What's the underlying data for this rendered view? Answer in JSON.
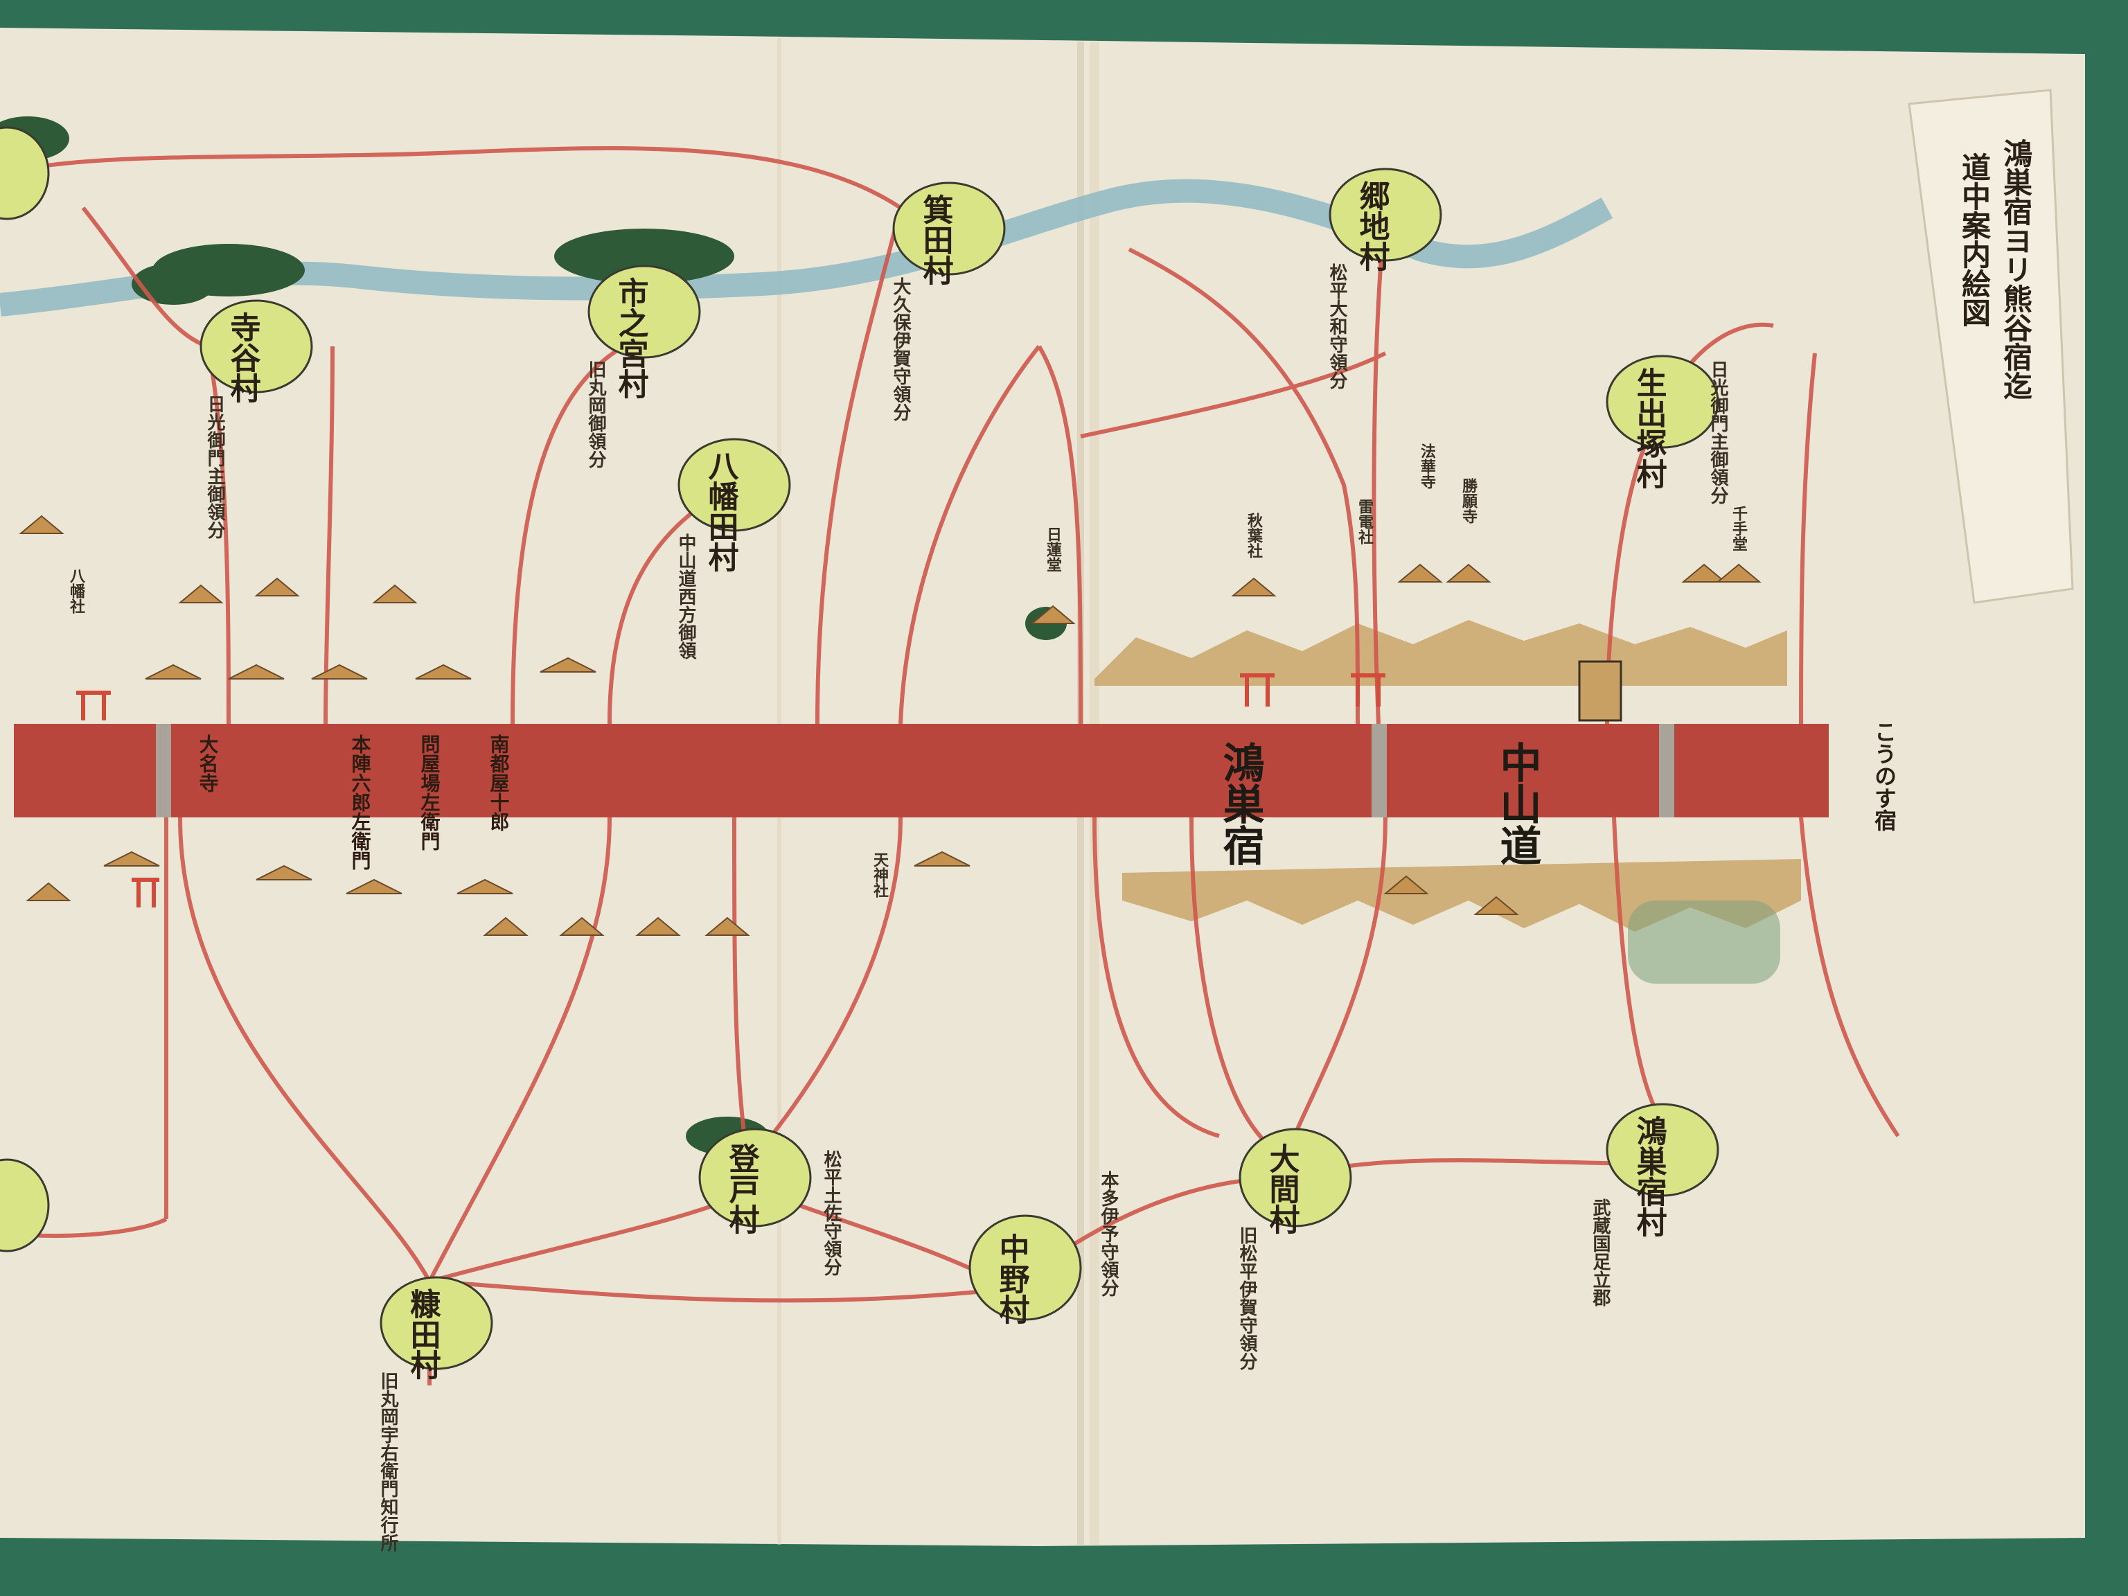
{
  "colors": {
    "felt": "#2f6f55",
    "paper": "#ece6d6",
    "road": "#b9463c",
    "route": "#d0584d",
    "river": "#8fb9c4",
    "village": "#d9e486",
    "village_border": "#3a3a30",
    "hills": "#caa46a",
    "trees": "#2e5a38",
    "torii": "#d24a3a"
  },
  "title_slip": {
    "lines": [
      "鴻巣宿ヨリ熊谷宿迄",
      "道中案内絵図"
    ]
  },
  "highway": {
    "label": "中山道",
    "post_town": "鴻巣宿",
    "notes": [
      "南都屋十郎",
      "問屋場左衛門",
      "本陣六郎左衛門",
      "大名寺"
    ],
    "right_label": "こうのす宿"
  },
  "villages_north": [
    {
      "name": "寺谷村",
      "note": "日光御門主御領分"
    },
    {
      "name": "市之宮村",
      "note": "旧丸岡御領分"
    },
    {
      "name": "箕田村",
      "note": "大久保伊賀守領分"
    },
    {
      "name": "八幡田村",
      "note": "中山道西方御領"
    },
    {
      "name": "郷地村",
      "note": "松平大和守領分"
    },
    {
      "name": "生出塚村",
      "note": "日光御門主御領分"
    }
  ],
  "villages_south": [
    {
      "name": "登戸村",
      "note": "松平土佐守領分"
    },
    {
      "name": "中野村",
      "note": "本多伊予守領分"
    },
    {
      "name": "大間村",
      "note": "旧松平伊賀守領分"
    },
    {
      "name": "鴻巣宿村",
      "note": "武蔵国足立郡"
    },
    {
      "name": "糠田村",
      "note": "旧丸岡宇右衛門知行所"
    }
  ],
  "landmarks": [
    "日蓮堂",
    "秋葉社",
    "雷電社",
    "勝願寺",
    "千手堂",
    "八幡社",
    "法華寺",
    "天神社"
  ]
}
